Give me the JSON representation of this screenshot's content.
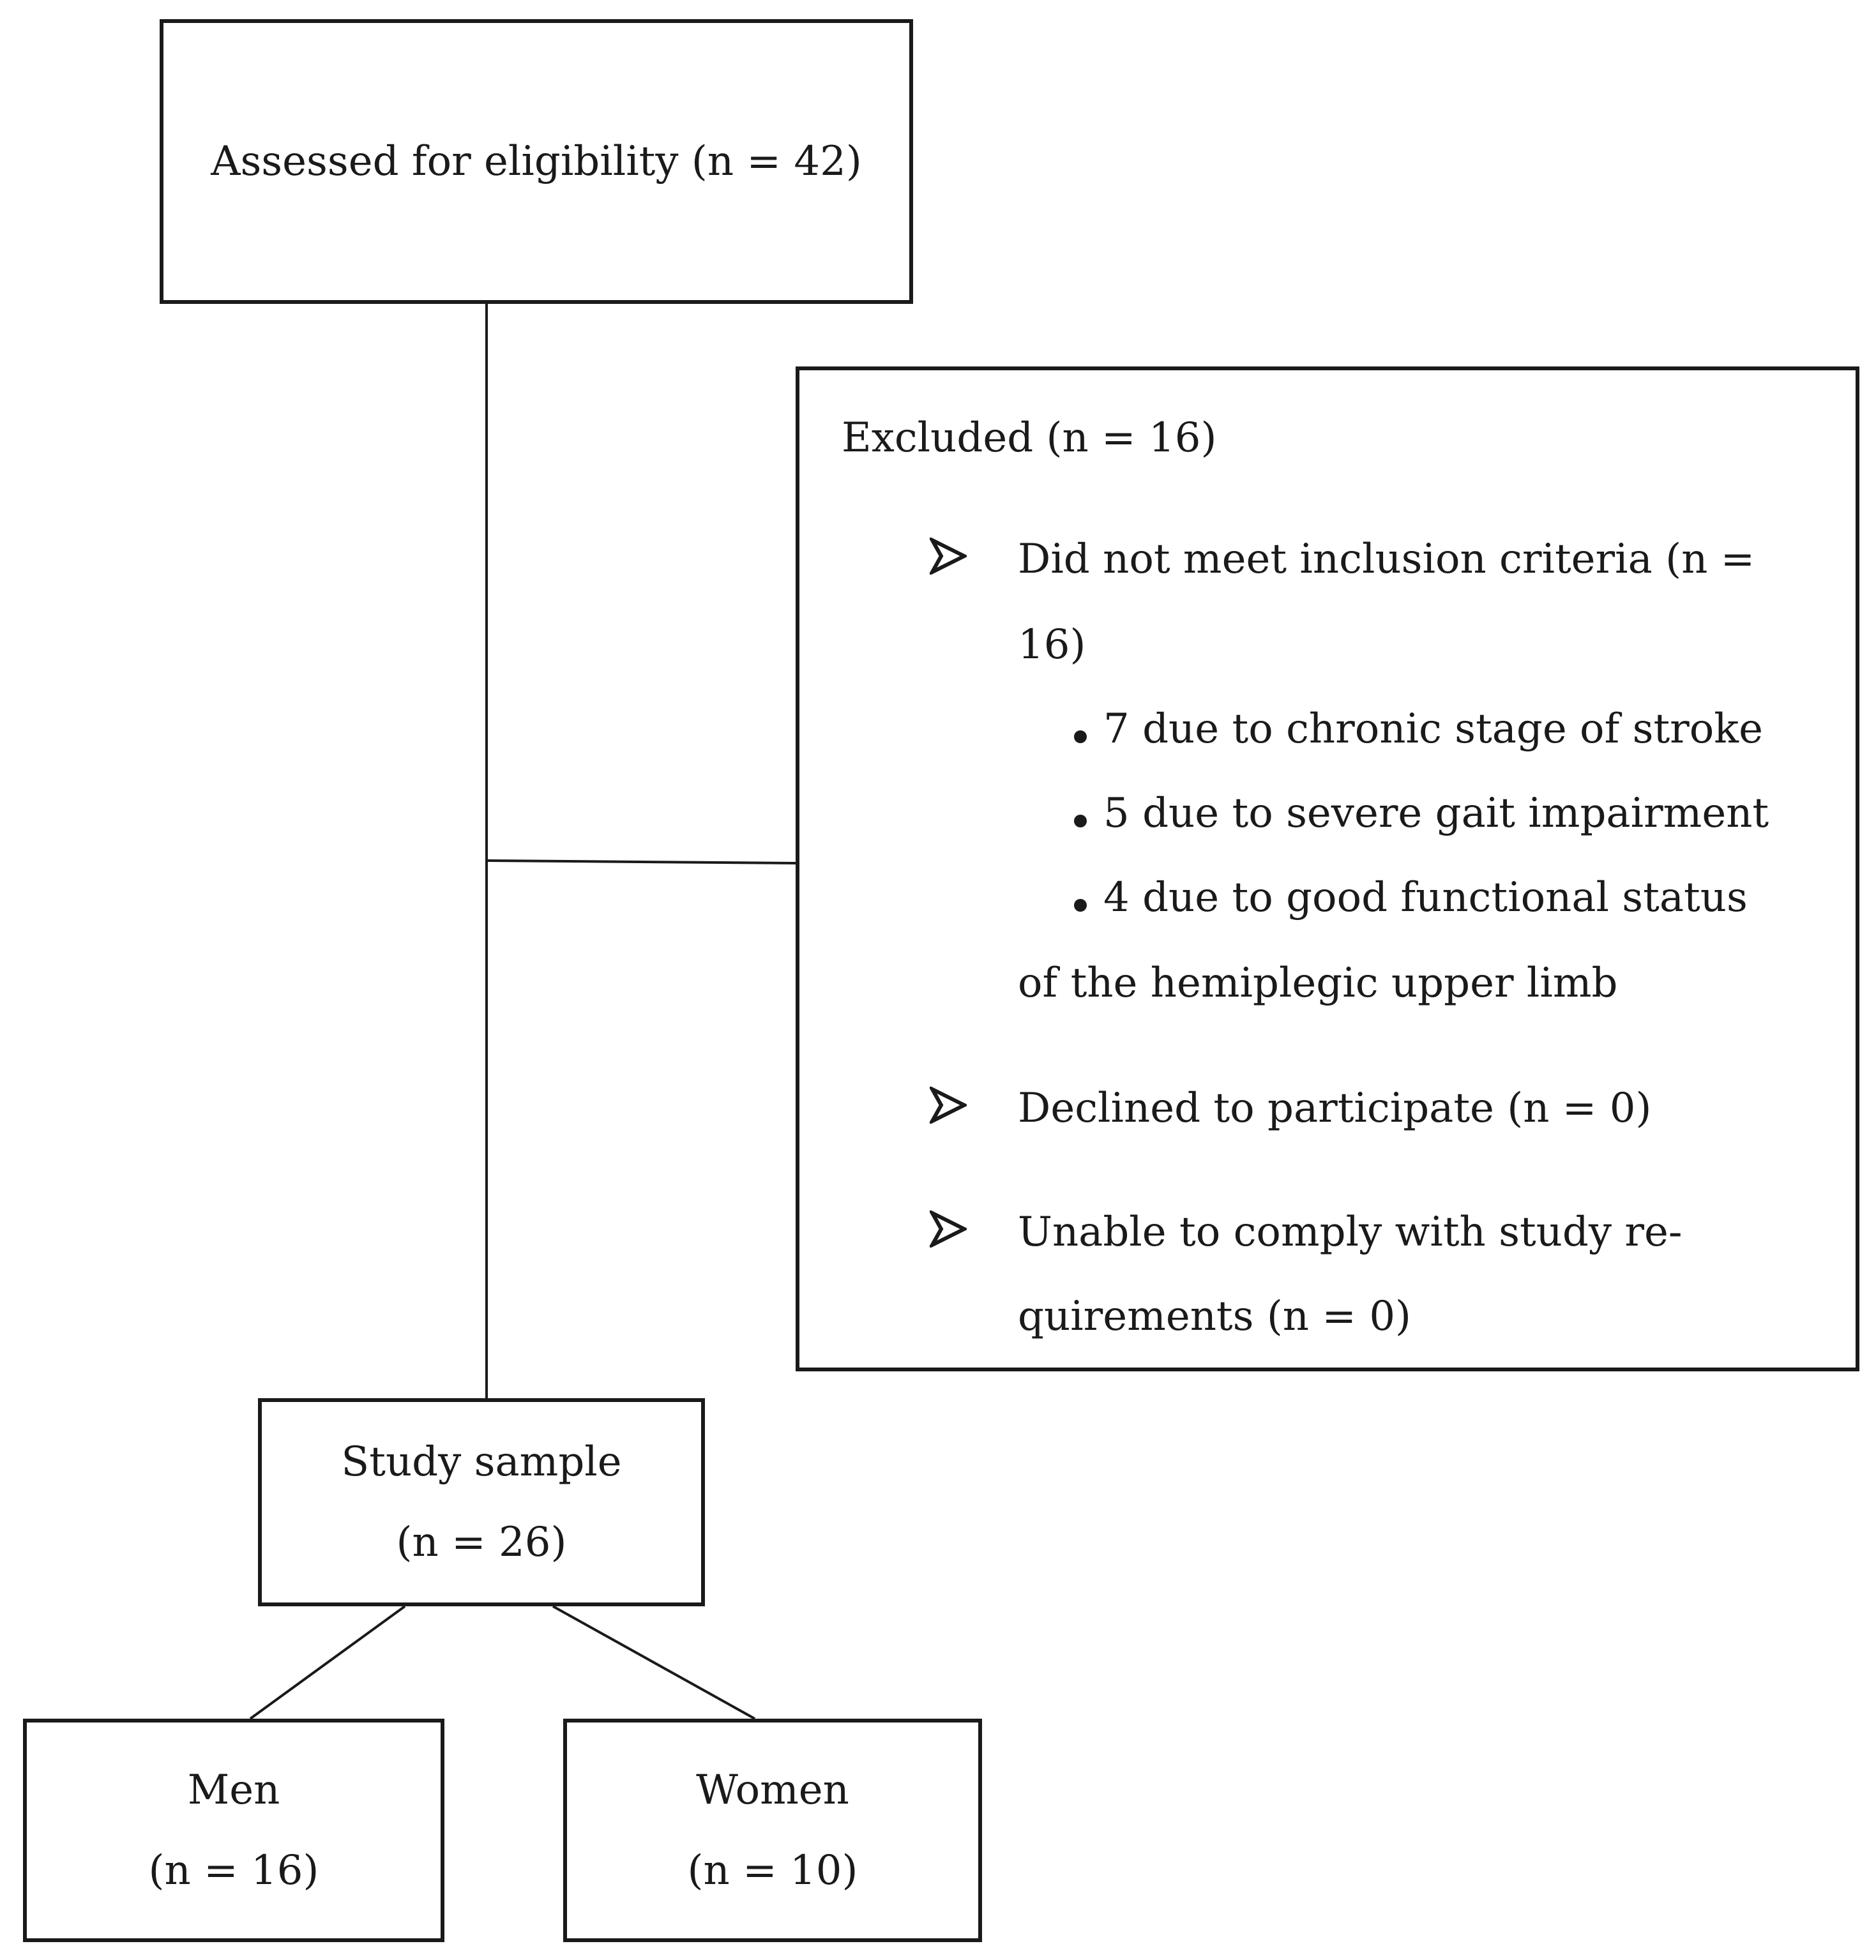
{
  "boxes": {
    "assessed": {
      "text": "Assessed for eligibility (n = 42)"
    },
    "excluded": {
      "heading": "Excluded (n = 16)",
      "criteria": {
        "line1": "Did not meet inclusion criteria (n =",
        "line2": "16)",
        "reasons": [
          "7 due to chronic stage of stroke",
          "5 due to severe gait impairment",
          "4 due to good functional status"
        ],
        "reason_continuation": "of the hemiplegic upper limb"
      },
      "declined": "Declined to participate (n = 0)",
      "unable": {
        "line1": "Unable to comply with study re-",
        "line2": "quirements (n = 0)"
      }
    },
    "sample": {
      "line1": "Study sample",
      "line2": "(n = 26)"
    },
    "men": {
      "line1": "Men",
      "line2": "(n = 16)"
    },
    "women": {
      "line1": "Women",
      "line2": "(n = 10)"
    }
  }
}
